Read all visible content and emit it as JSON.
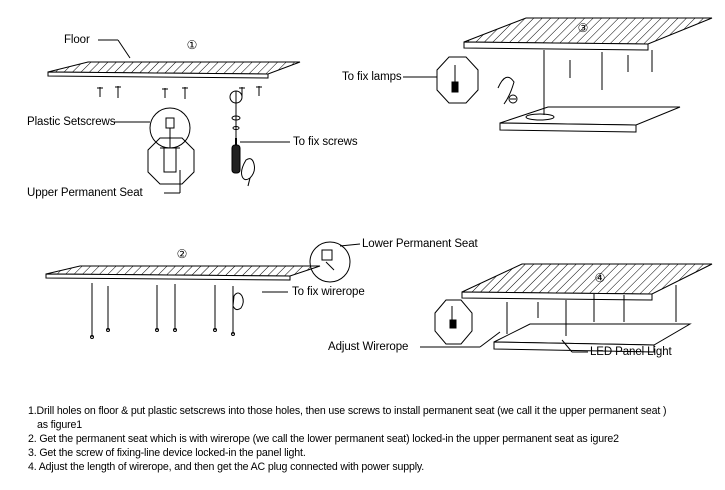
{
  "labels": {
    "floor": "Floor",
    "plastic_setscrews": "Plastic Setscrews",
    "to_fix_screws": "To fix screws",
    "upper_permanent_seat": "Upper Permanent Seat",
    "to_fix_lamps": "To fix lamps",
    "lower_permanent_seat": "Lower Permanent Seat",
    "to_fix_wirerope": "To fix wirerope",
    "adjust_wirerope": "Adjust Wirerope",
    "led_panel_light": "LED Panel Light"
  },
  "figures": {
    "fig1": "①",
    "fig2": "②",
    "fig3": "③",
    "fig4": "④"
  },
  "steps": {
    "step1_line1": "1.Drill holes on floor & put plastic setscrews into those holes, then use screws to install permanent seat (we call it the upper permanent seat )",
    "step1_line2": "as figure1",
    "step2": "2. Get the permanent seat which is with wirerope (we call the lower permanent seat) locked-in the upper permanent seat as igure2",
    "step3": "3. Get the screw of fixing-line device locked-in the panel light.",
    "step4": "4. Adjust the length of wirerope, and then get the AC plug connected with power supply."
  }
}
